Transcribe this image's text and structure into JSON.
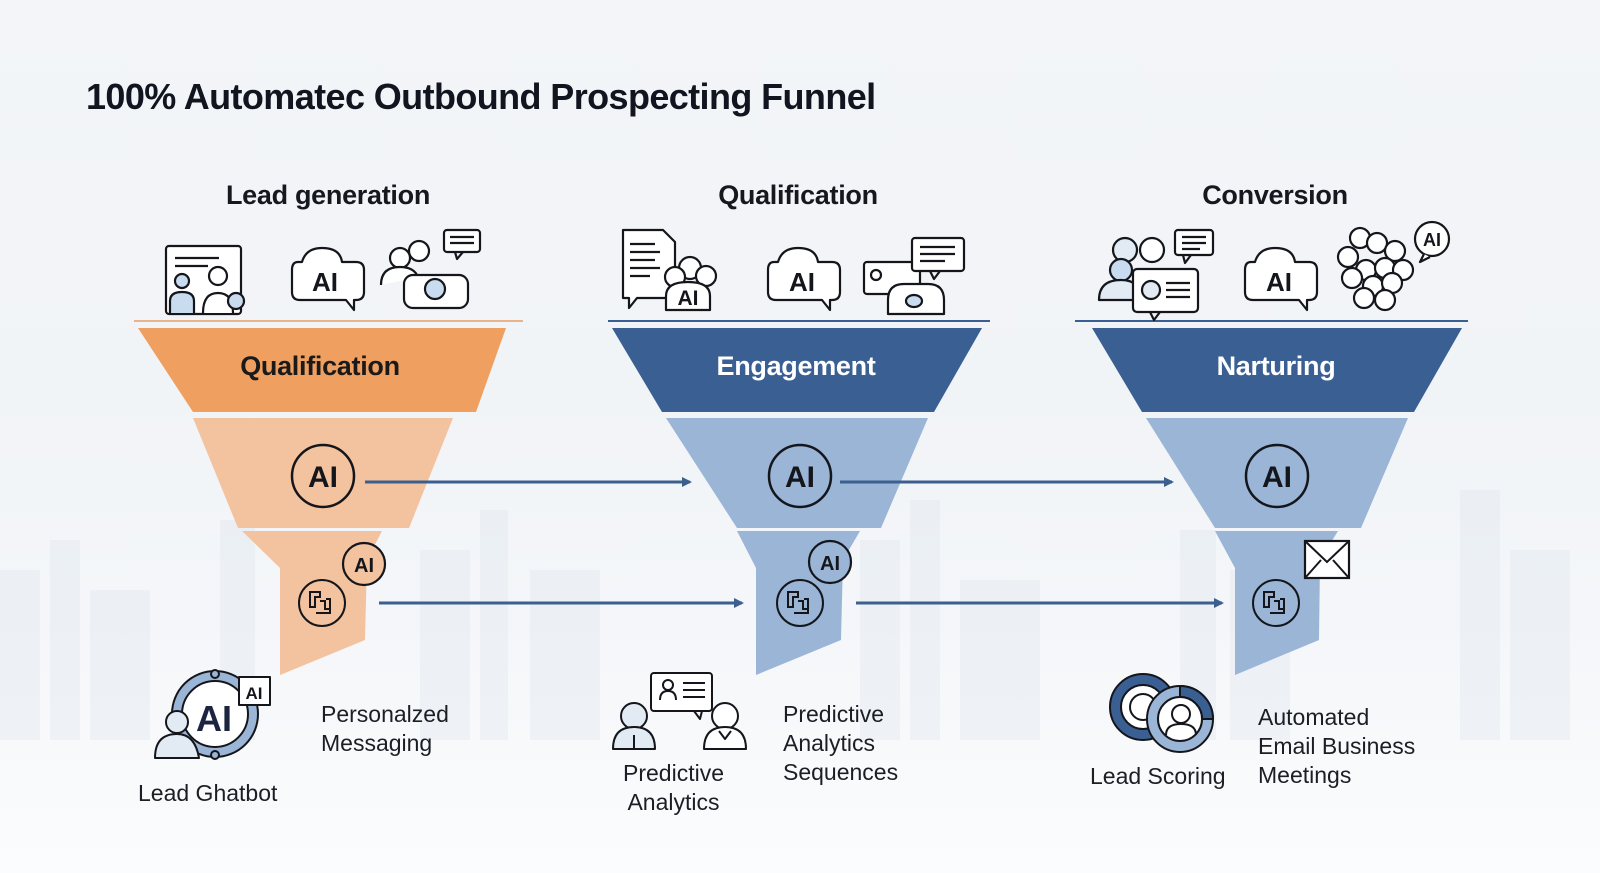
{
  "title": "100% Automatec Outbound Prospecting Funnel",
  "colors": {
    "orange_top": "#ef9f5f",
    "orange_light": "#f3c29e",
    "blue_top": "#3a5f93",
    "blue_light": "#9ab5d6",
    "arrow": "#3b5f8f",
    "ink": "#14161c"
  },
  "stages": [
    {
      "heading": "Lead generation",
      "band_label": "Qualification",
      "band_label_color": "#1a1a1a",
      "header_icons": [
        "presentation-people-icon",
        "ai-cloud-bubble-icon",
        "team-chat-target-icon"
      ],
      "middle_icon": "ai-circle-icon",
      "bottom_icons": [
        "ai-circle-icon",
        "workflow-blocks-icon"
      ],
      "feature_icon": "ai-chatbot-gear-icon",
      "feature_icon_caption": "Lead Ghatbot",
      "feature_text": [
        "Personalzed",
        "Messaging"
      ]
    },
    {
      "heading": "Qualification",
      "band_label": "Engagement",
      "band_label_color": "#ffffff",
      "header_icons": [
        "document-ai-people-icon",
        "ai-cloud-bubble-icon",
        "chat-device-icon"
      ],
      "middle_icon": "ai-circle-icon",
      "bottom_icons": [
        "ai-circle-icon",
        "workflow-blocks-icon"
      ],
      "feature_icon": "people-conversation-icon",
      "feature_icon_caption": [
        "Predictive",
        "Analytics"
      ],
      "feature_text": [
        "Predictive",
        "Analytics",
        "Sequences"
      ]
    },
    {
      "heading": "Conversion",
      "band_label": "Narturing",
      "band_label_color": "#ffffff",
      "header_icons": [
        "group-profile-chat-icon",
        "ai-cloud-bubble-icon",
        "network-ai-icon"
      ],
      "middle_icon": "ai-circle-icon",
      "bottom_icons": [
        "envelope-icon",
        "workflow-blocks-icon"
      ],
      "feature_icon": "lead-scoring-rings-icon",
      "feature_icon_caption": "Lead Scoring",
      "feature_text": [
        "Automated",
        "Email Business",
        "Meetings"
      ]
    }
  ],
  "ai_text": "AI",
  "connectors": [
    {
      "from": "Lead generation",
      "to": "Qualification",
      "level": "middle"
    },
    {
      "from": "Lead generation",
      "to": "Qualification",
      "level": "bottom"
    },
    {
      "from": "Qualification",
      "to": "Conversion",
      "level": "middle"
    },
    {
      "from": "Qualification",
      "to": "Conversion",
      "level": "bottom"
    }
  ]
}
